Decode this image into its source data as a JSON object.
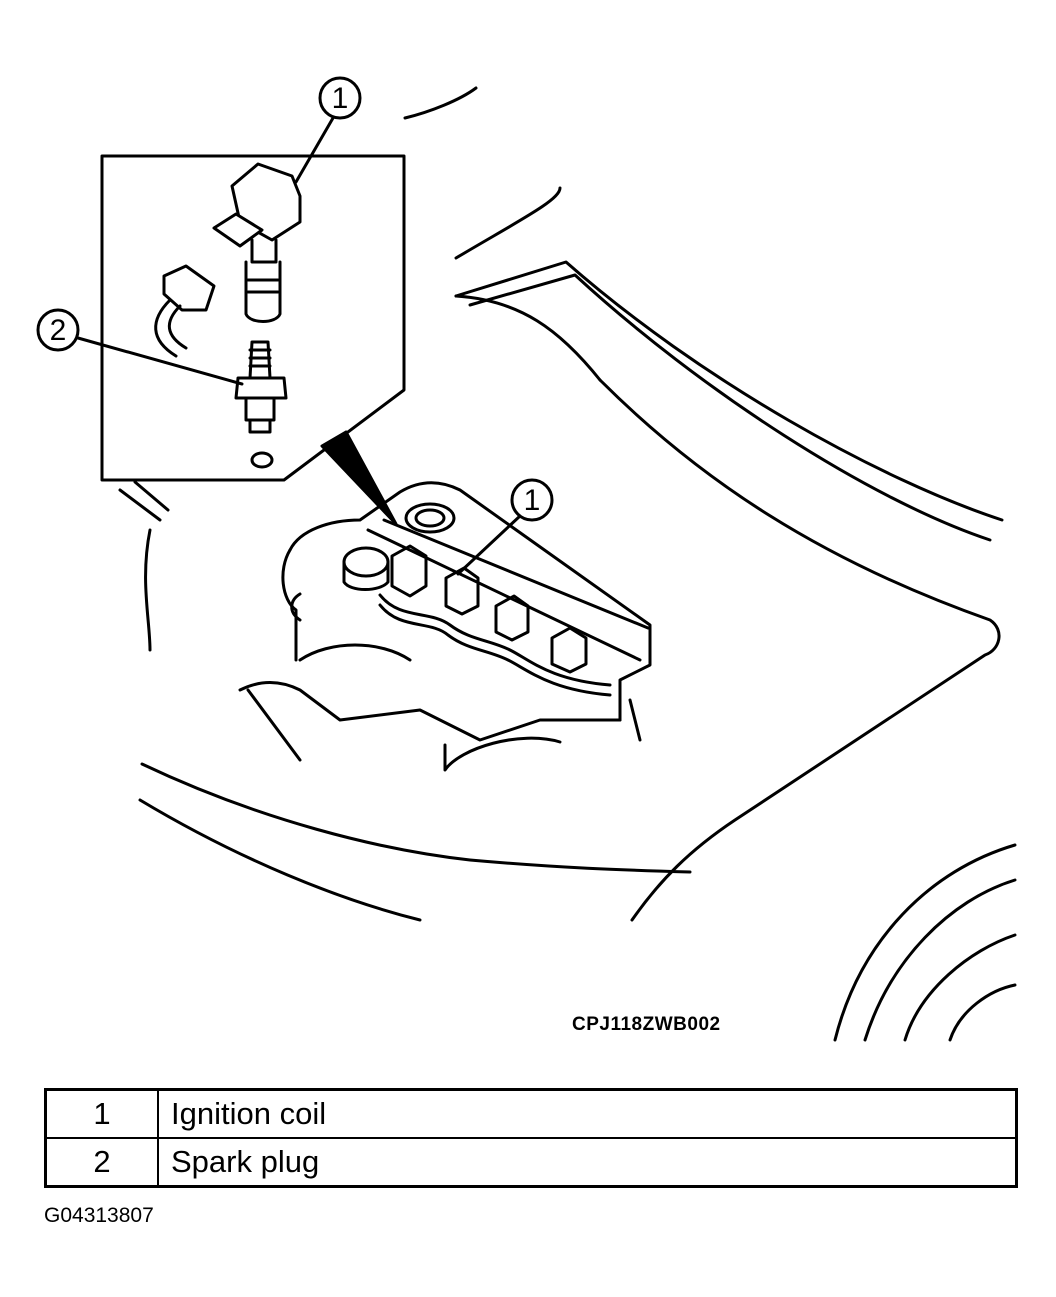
{
  "callouts": [
    {
      "number": "1",
      "label": "Ignition coil"
    },
    {
      "number": "2",
      "label": "Spark plug"
    }
  ],
  "figure_code": "CPJ118ZWB002",
  "legend": {
    "rows": [
      {
        "number": "1",
        "label": "Ignition coil"
      },
      {
        "number": "2",
        "label": "Spark plug"
      }
    ]
  },
  "reference_code": "G04313807"
}
